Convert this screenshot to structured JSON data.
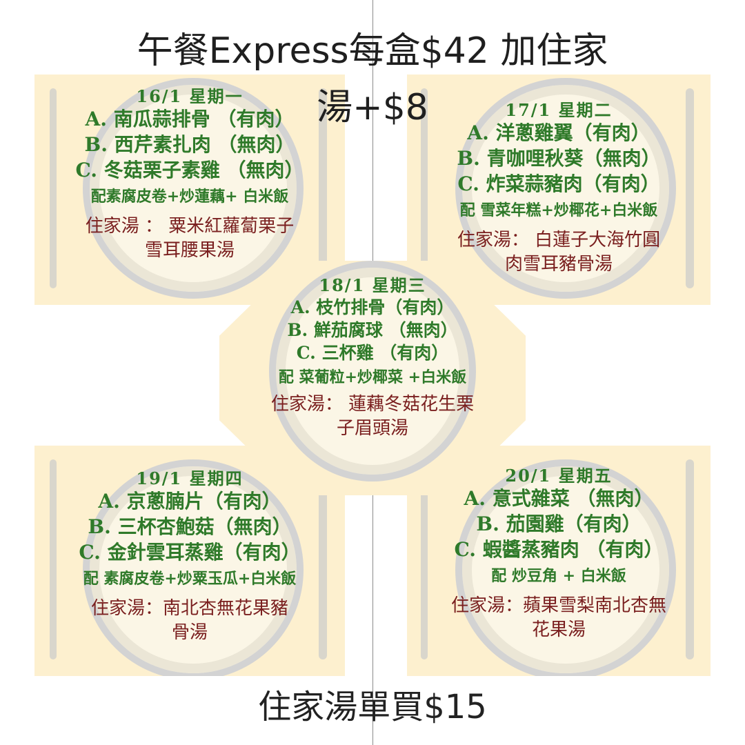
{
  "header": {
    "line1": "午餐Express每盒$42 加住家",
    "line2": "湯+$8"
  },
  "footer": "住家湯單買$15",
  "days": [
    {
      "date": "16/1 星期一",
      "dishes": [
        "A. 南瓜蒜排骨 （有肉）",
        "B. 西芹素扎肉 （無肉）",
        "C. 冬菇栗子素雞 （無肉）"
      ],
      "side": "配素腐皮卷+炒蓮藕+ 白米飯",
      "soup": "住家湯 ： 粟米紅蘿蔔栗子雪耳腰果湯"
    },
    {
      "date": "17/1 星期二",
      "dishes": [
        "A. 洋蔥雞翼（有肉）",
        "B. 青咖哩秋葵（無肉）",
        "C. 炸菜蒜豬肉（有肉）"
      ],
      "side": "配 雪菜年糕+炒椰花+白米飯",
      "soup": "住家湯： 白蓮子大海竹圓肉雪耳豬骨湯"
    },
    {
      "date": "18/1 星期三",
      "dishes": [
        "A. 枝竹排骨（有肉）",
        "B. 鮮茄腐球 （無肉）",
        "C. 三杯雞 （有肉）"
      ],
      "side": "配 菜葡粒+炒椰菜 +白米飯",
      "soup": "住家湯： 蓮藕冬菇花生栗子眉頭湯"
    },
    {
      "date": "19/1 星期四",
      "dishes": [
        "A. 京蔥腩片（有肉）",
        "B. 三杯杏鮑菇（無肉）",
        "C. 金針雲耳蒸雞（有肉）"
      ],
      "side": "配 素腐皮卷+炒粟玉瓜+白米飯",
      "soup": "住家湯：南北杏無花果豬骨湯"
    },
    {
      "date": "20/1 星期五",
      "dishes": [
        "A. 意式雜菜 （無肉）",
        "B. 茄園雞（有肉）",
        "C. 蝦醬蒸豬肉 （有肉）"
      ],
      "side": "配 炒豆角 + 白米飯",
      "soup": "住家湯：蘋果雪梨南北杏無花果湯"
    }
  ]
}
